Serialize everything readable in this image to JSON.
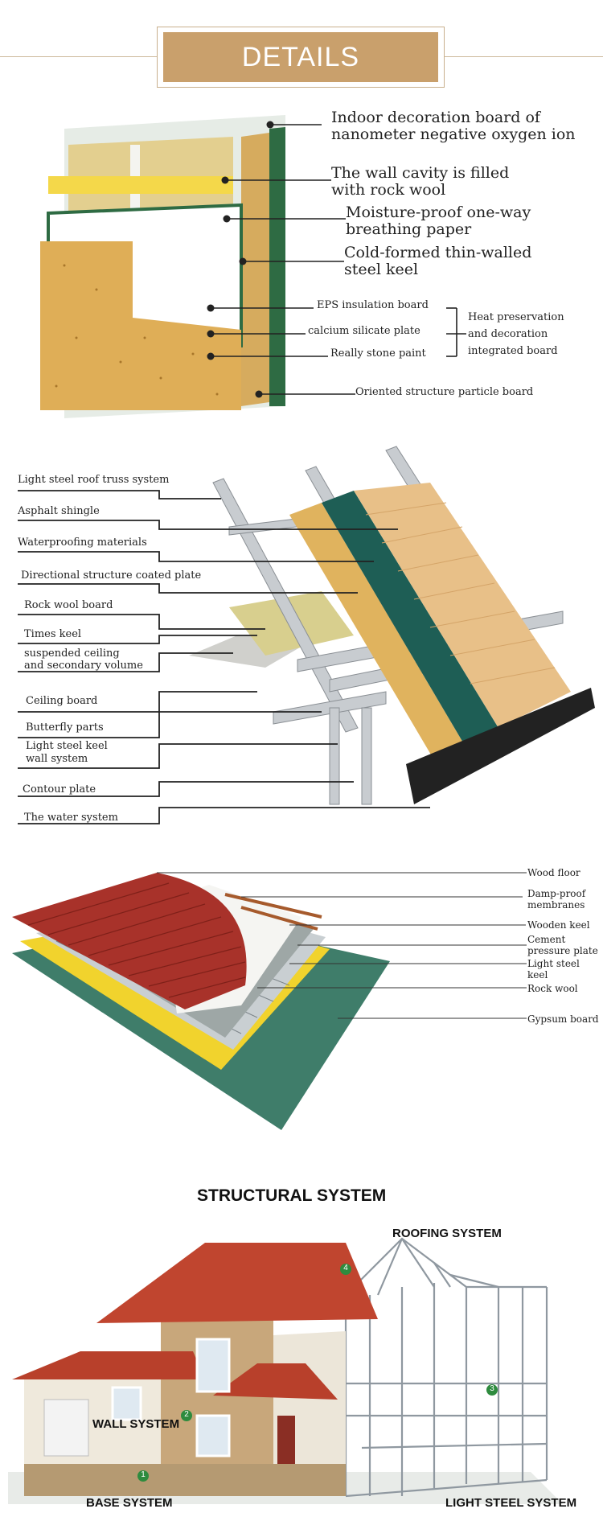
{
  "header": {
    "title": "DETAILS"
  },
  "wall": {
    "labels": [
      "Indoor decoration board of",
      "nanometer negative oxygen ion",
      "The wall cavity is filled",
      "with rock wool",
      "Moisture-proof one-way",
      "breathing paper",
      "Cold-formed thin-walled",
      "steel keel",
      "EPS insulation board",
      "calcium silicate plate",
      "Really stone paint",
      "Heat preservation",
      "and decoration",
      "integrated board",
      "Oriented structure particle board"
    ]
  },
  "roof": {
    "labels": [
      "Light steel roof truss system",
      "Asphalt shingle",
      "Waterproofing materials",
      "Directional structure coated plate",
      "Rock wool board",
      "Times keel",
      "suspended ceiling",
      "and secondary volume",
      "Ceiling board",
      "Butterfly parts",
      "Light steel keel",
      "wall system",
      "Contour plate",
      "The water system"
    ]
  },
  "floor": {
    "labels": [
      "Wood floor",
      "Damp-proof",
      "membranes",
      "Wooden keel",
      "Cement",
      "pressure plate",
      "Light steel",
      "keel",
      "Rock wool",
      "Gypsum board"
    ]
  },
  "structure": {
    "title": "STRUCTURAL SYSTEM",
    "labels": [
      "ROOFING SYSTEM",
      "WALL SYSTEM",
      "BASE SYSTEM",
      "LIGHT STEEL SYSTEM"
    ],
    "markers": [
      "1",
      "2",
      "3",
      "4"
    ]
  },
  "colors": {
    "header_bg": "#c9a06c",
    "accent_green": "#2e7d4f",
    "brick_red": "#b5402a"
  }
}
